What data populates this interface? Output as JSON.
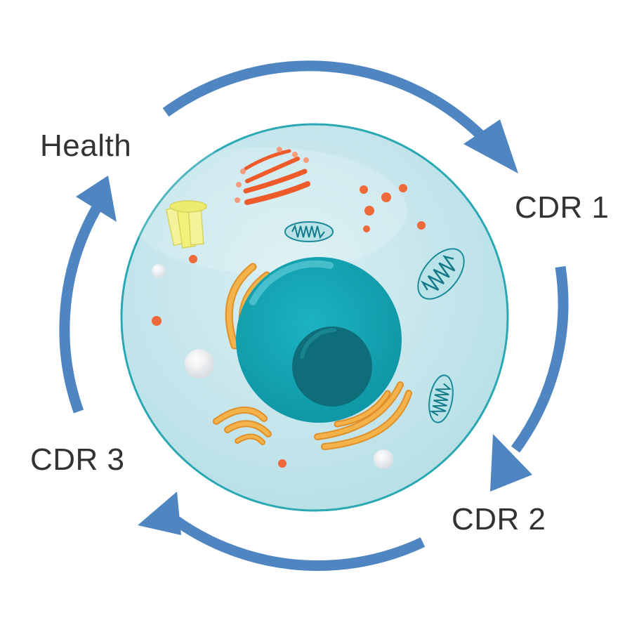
{
  "labels": {
    "health": "Health",
    "cdr1": "CDR 1",
    "cdr2": "CDR 2",
    "cdr3": "CDR 3"
  },
  "colors": {
    "arrow": "#4f86c2",
    "label_text": "#333333",
    "cytoplasm": "#cfe9ee",
    "cell_outline": "#2aa8b4",
    "nucleus": "#14a2b1",
    "nucleolus": "#0e6d78",
    "golgi": "#f0a83a",
    "endoplasmic_reticulum": "#ef5a2a",
    "mitochondria": "#b9e3e9",
    "centriole": "#f2f07a",
    "vesicle": "#ef5a2a",
    "lysosome": "#f2f2f2"
  },
  "icons": {
    "cycle_arrows": "curved-arrow-icon",
    "cell": "cell-illustration"
  }
}
